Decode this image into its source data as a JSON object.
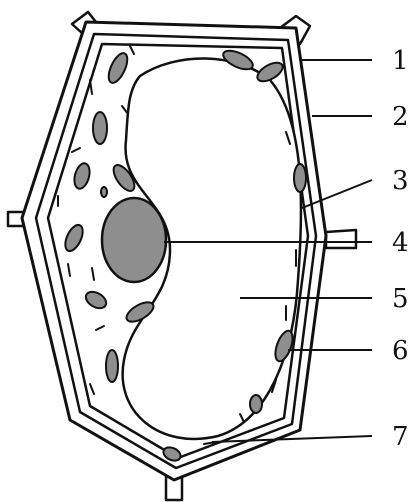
{
  "diagram": {
    "labels": [
      "1",
      "2",
      "3",
      "4",
      "5",
      "6",
      "7"
    ]
  },
  "colors": {
    "outline": "#111111",
    "organelle_fill": "#8e8e8e",
    "background": "#ffffff"
  }
}
